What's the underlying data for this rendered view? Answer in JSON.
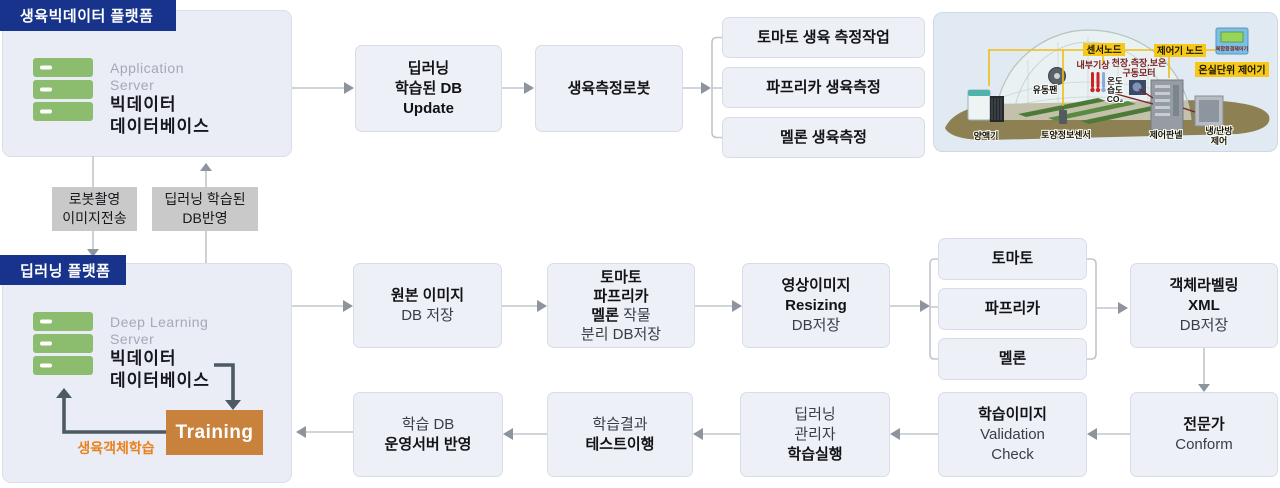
{
  "top_platform": {
    "badge": "생육빅데이터 플랫폼",
    "server_type_1": "Application",
    "server_type_2": "Server",
    "server_name_1": "빅데이터",
    "server_name_2": "데이터베이스"
  },
  "top_flow": {
    "db_update_1": "딥러닝",
    "db_update_2": "학습된 DB",
    "db_update_3": "Update",
    "robot": "생육측정로봇",
    "task_1": "토마토 생육 측정작업",
    "task_2": "파프리카 생육측정",
    "task_3": "멜론 생육측정"
  },
  "transfer": {
    "down_1": "로봇촬영",
    "down_2": "이미지전송",
    "up_1": "딥러닝 학습된",
    "up_2": "DB반영"
  },
  "bottom_platform": {
    "badge": "딥러닝 플랫폼",
    "server_type_1": "Deep Learning",
    "server_type_2": "Server",
    "server_name_1": "빅데이터",
    "server_name_2": "데이터베이스",
    "training": "Training",
    "training_caption": "생육객체학습"
  },
  "pipeline": {
    "original_1": "원본 이미지",
    "original_2": "DB 저장",
    "separate_1": "토마토",
    "separate_2": "파프리카",
    "separate_3a": "멜론",
    "separate_3b": " 작물",
    "separate_4": "분리 DB저장",
    "resize_1": "영상이미지",
    "resize_2": "Resizing",
    "resize_3": "DB저장",
    "crop_1": "토마토",
    "crop_2": "파프리카",
    "crop_3": "멜론",
    "xml_1": "객체라벨링",
    "xml_2": "XML",
    "xml_3": "DB저장",
    "conform_1": "전문가",
    "conform_2": "Conform",
    "validation_1": "학습이미지",
    "validation_2": "Validation",
    "validation_3": "Check",
    "train_exec_1": "딥러닝",
    "train_exec_2": "관리자",
    "train_exec_3": "학습실행",
    "test_1": "학습결과",
    "test_2": "테스트이행",
    "deploy_1": "학습 DB",
    "deploy_2": "운영서버 반영"
  },
  "greenhouse": {
    "sensor_node": "센서노드",
    "controller_node": "제어기 노드",
    "unit_controller": "온실단위 제어기",
    "env_controller": "복합환경제어기",
    "indoor_weather": "내부기상",
    "motor_line1": "천장.측장.보온",
    "motor_line2": "구동모터",
    "temp": "온도",
    "humidity": "습도",
    "co2": "CO₂",
    "fan": "유동팬",
    "nutrient_machine": "양액기",
    "soil_sensor": "토양정보센서",
    "control_panel": "제어판넬",
    "hvac_1": "냉/난방",
    "hvac_2": "제어"
  },
  "colors": {
    "badge_navy": "#17338c",
    "box_fill": "#eef0f8",
    "box_border": "#d8dce8",
    "server_green": "#8cbd6e",
    "training_orange": "#c8823c",
    "caption_orange": "#e8821e",
    "label_gray": "#c9c9c9",
    "arrow_gray": "#c2c5cb",
    "arrowhead_gray": "#8e949e",
    "arrow_dark": "#4d5a63",
    "greenhouse_label_yellow": "#f6c81a"
  }
}
